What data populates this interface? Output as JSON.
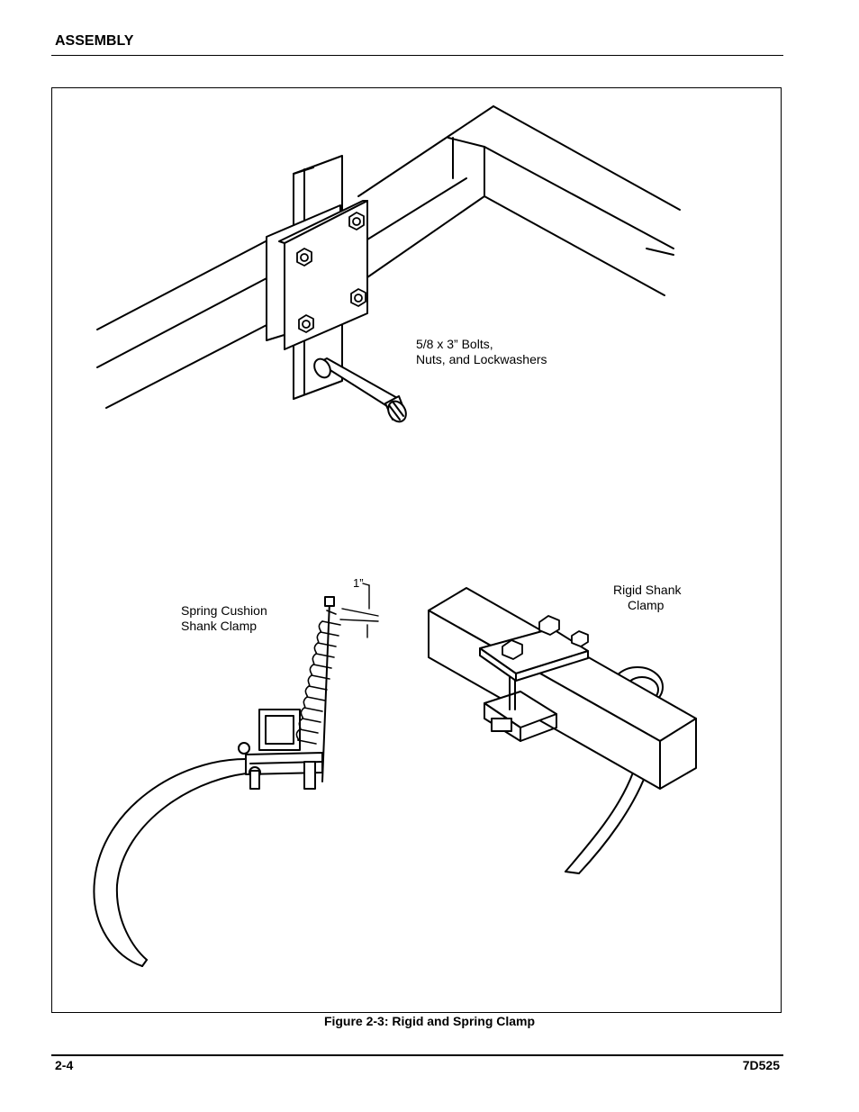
{
  "header": {
    "section_title": "ASSEMBLY"
  },
  "figure": {
    "caption": "Figure 2-3:  Rigid and Spring Clamp",
    "labels": {
      "bolts_line1": "5/8 x 3” Bolts,",
      "bolts_line2": "Nuts, and Lockwashers",
      "spring_line1": "Spring Cushion",
      "spring_line2": "Shank Clamp",
      "rigid_line1": "Rigid Shank",
      "rigid_line2": "Clamp",
      "dimension": "1”"
    }
  },
  "footer": {
    "page_number": "2-4",
    "document_number": "7D525"
  }
}
